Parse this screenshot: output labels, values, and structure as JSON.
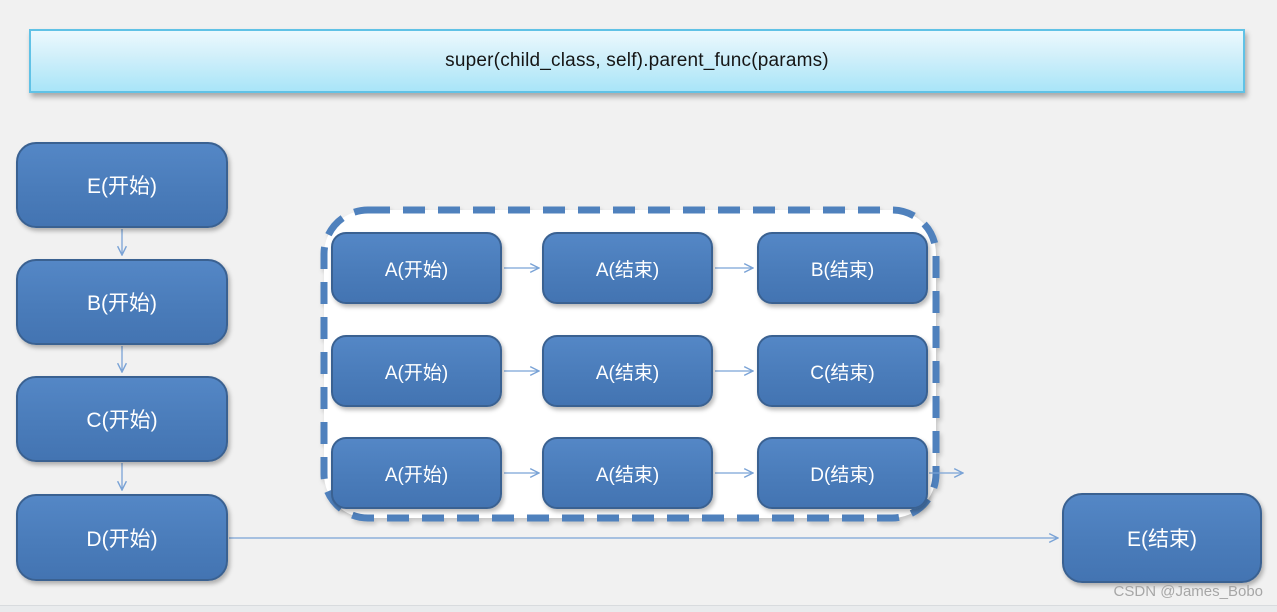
{
  "banner": {
    "text": "super(child_class, self).parent_func(params)"
  },
  "left_column": {
    "nodes": [
      "E(开始)",
      "B(开始)",
      "C(开始)",
      "D(开始)"
    ]
  },
  "mro_group": {
    "rows": [
      [
        "A(开始)",
        "A(结束)",
        "B(结束)"
      ],
      [
        "A(开始)",
        "A(结束)",
        "C(结束)"
      ],
      [
        "A(开始)",
        "A(结束)",
        "D(结束)"
      ]
    ]
  },
  "end_node": {
    "label": "E(结束)"
  },
  "watermark": "CSDN @James_Bobo",
  "colors": {
    "node_fill": "#4a7cba",
    "node_border": "#3a6191",
    "arrow": "#7aa3d6",
    "dashed_border": "#4f81bd",
    "banner_border": "#60c2e6",
    "banner_gradient_top": "#ecf9fe",
    "banner_gradient_bottom": "#a9e5f8",
    "background": "#f1f1f1",
    "watermark_text": "#a6a6a6"
  }
}
